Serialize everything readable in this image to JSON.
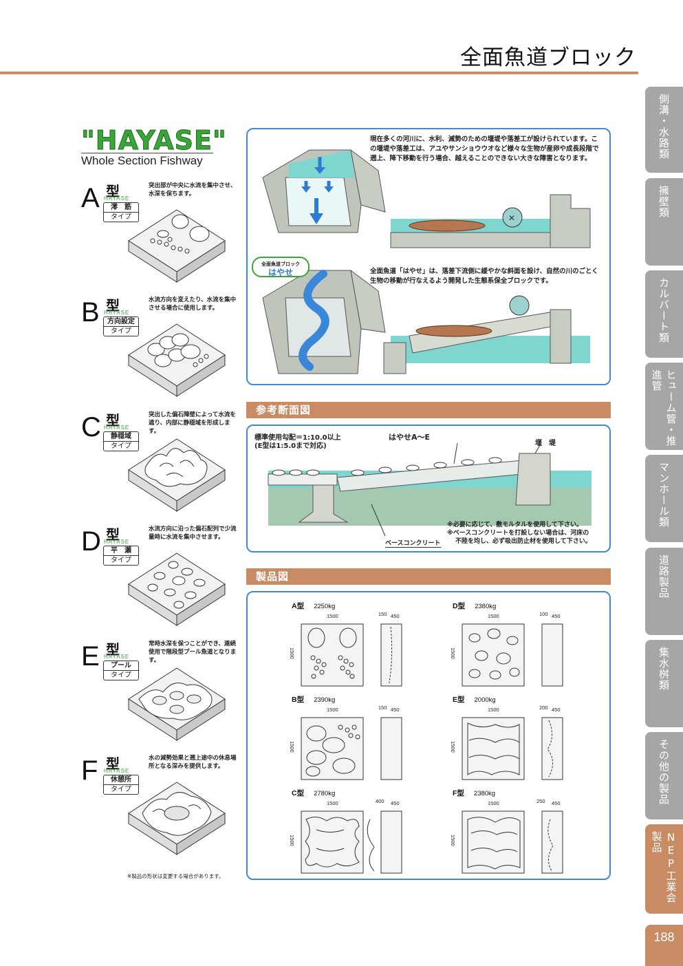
{
  "header": {
    "title": "全面魚道ブロック"
  },
  "logo": {
    "name": "\"HAYASE\"",
    "subtitle": "Whole Section Fishway"
  },
  "types": [
    {
      "letter": "A",
      "kata": "型",
      "hayase": "HAYASE",
      "name": "澪　筋",
      "sub": "タイプ",
      "desc": "突出部が中央に水流を集中させ、水深を保ちます。"
    },
    {
      "letter": "B",
      "kata": "型",
      "hayase": "HAYASE",
      "name": "方向設定",
      "sub": "タイプ",
      "desc": "水流方向を変えたり、水流を集中させる場合に使用します。"
    },
    {
      "letter": "C",
      "kata": "型",
      "hayase": "HAYASE",
      "name": "静穏域",
      "sub": "タイプ",
      "desc": "突出した偏石障壁によって水流を遮り、内部に静穏域を形成します。"
    },
    {
      "letter": "D",
      "kata": "型",
      "hayase": "HAYASE",
      "name": "平　瀬",
      "sub": "タイプ",
      "desc": "水流方向に沿った偏石配列で少流量時に水流を集中させます。"
    },
    {
      "letter": "E",
      "kata": "型",
      "hayase": "HAYASE",
      "name": "プール",
      "sub": "タイプ",
      "desc": "常時水深を保つことができ、連続使用で階段型プール魚道となります。"
    },
    {
      "letter": "F",
      "kata": "型",
      "hayase": "HAYASE",
      "name": "休憩所",
      "sub": "タイプ",
      "desc": "水の減勢効果と遡上途中の休息場所となる深みを提供します。"
    }
  ],
  "note": "※製品の形状は変更する場合があります。",
  "intro": {
    "text1": "現在多くの河川に、水利、減勢のための堰堤や落差工が設けられています。この堰堤や落差工は、アユやサンショウウオなど様々な生物が産卵や成長段階で遡上、降下移動を行う場合、越えることのできない大きな障害となります。",
    "text2": "全面魚道「はやせ」は、落差下流側に緩やかな斜面を設け、自然の川のごとく生物の移動が行なえるよう開発した生態系保全ブロックです。",
    "badge_small": "全面魚道ブロック",
    "badge_big": "はやせ"
  },
  "cross_section": {
    "heading": "参考断面図",
    "slope": "標準使用勾配＝1:10.0以上",
    "slope_e": "(E型は1:5.0まで対応)",
    "blocks_label": "はやせA〜E",
    "weir_label": "堰　堤",
    "base_label": "ベースコンクリート",
    "note1": "※必要に応じて、敷モルタルを使用して下さい。",
    "note2": "※ベースコンクリートを打設しない場合は、河床の",
    "note3": "不陸を均し、必ず吸出防止材を使用して下さい。"
  },
  "products": {
    "heading": "製品図",
    "items": [
      {
        "type": "A型",
        "weight": "2250kg",
        "w": "1500",
        "h": "1500",
        "t1": "150",
        "t2": "450"
      },
      {
        "type": "D型",
        "weight": "2380kg",
        "w": "1500",
        "h": "1500",
        "t1": "100",
        "t2": "450"
      },
      {
        "type": "B型",
        "weight": "2390kg",
        "w": "1500",
        "h": "1500",
        "t1": "150",
        "t2": "450"
      },
      {
        "type": "E型",
        "weight": "2000kg",
        "w": "1500",
        "h": "1500",
        "t1": "200",
        "t2": "450"
      },
      {
        "type": "C型",
        "weight": "2780kg",
        "w": "1500",
        "h": "1500",
        "t1": "400",
        "t2": "450"
      },
      {
        "type": "F型",
        "weight": "2380kg",
        "w": "1500",
        "h": "1500",
        "t1": "250",
        "t2": "450"
      }
    ]
  },
  "tabs": [
    {
      "label": "側溝・水路類"
    },
    {
      "label": "擁壁類"
    },
    {
      "label": "カルバート類"
    },
    {
      "label": "ヒューム管・推進管"
    },
    {
      "label": "マンホール類"
    },
    {
      "label": "道路製品"
    },
    {
      "label": "集水桝類"
    },
    {
      "label": "その他の製品"
    },
    {
      "label": "NEP工業会製品"
    }
  ],
  "page_number": "188",
  "colors": {
    "accent": "#c98b63",
    "panel_border": "#3d8ad8",
    "logo_green": "#3aa538",
    "tab_gray": "#a6a6a6"
  }
}
